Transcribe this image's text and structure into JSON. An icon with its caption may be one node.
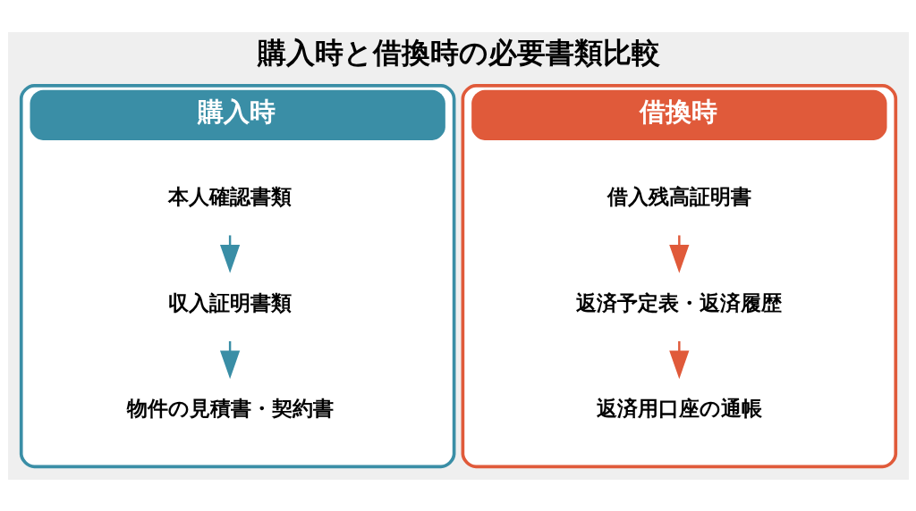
{
  "diagram": {
    "title": "購入時と借換時の必要書類比較",
    "nodes": [
      {
        "text": [
          "購入時"
        ]
      },
      {
        "text": [
          "本人確認書類"
        ],
        "in": 0
      },
      {
        "text": [
          "収入証明書類"
        ],
        "in": 0
      },
      {
        "text": [
          "物件の見積書・契約書"
        ],
        "in": 0
      },
      {
        "text": [
          "借換時"
        ]
      },
      {
        "text": [
          "借入残高証明書"
        ],
        "in": 4
      },
      {
        "text": [
          "返済予定表・返済履歴"
        ],
        "in": 4
      },
      {
        "text": [
          "返済用口座の通帳"
        ],
        "in": 4
      }
    ],
    "edges": [
      {
        "from": 1,
        "to": 2,
        "arrow": "to",
        "color": "#3a8ea6"
      },
      {
        "from": 2,
        "to": 3,
        "arrow": "to",
        "color": "#3a8ea6"
      },
      {
        "from": 5,
        "to": 6,
        "arrow": "to",
        "color": "#e05a3a"
      },
      {
        "from": 6,
        "to": 7,
        "arrow": "to",
        "color": "#e05a3a"
      }
    ]
  }
}
